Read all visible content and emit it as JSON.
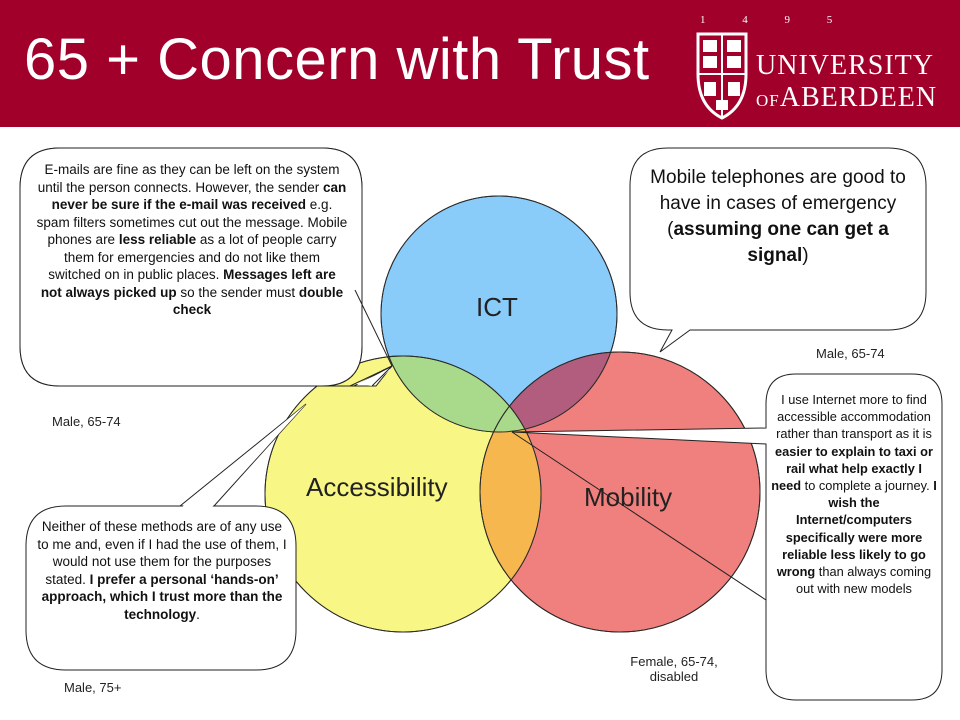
{
  "title": "65 + Concern with Trust",
  "logo": {
    "year": "1 4 9 5",
    "line1": "UNIVERSITY",
    "line2_of": "OF",
    "line2_name": "ABERDEEN"
  },
  "colors": {
    "header": "#a0002a",
    "ict": "#7fc7f8",
    "accessibility": "#f7f57a",
    "mobility": "#f0807d"
  },
  "circles": {
    "ict": "ICT",
    "accessibility": "Accessibility",
    "mobility": "Mobility"
  },
  "callouts": {
    "email": {
      "t1": "E-mails are fine as they can be left on the system until the person connects. However, the sender ",
      "b1": "can never be sure if the e-mail was received",
      "t2": " e.g. spam filters sometimes cut out the message. Mobile phones are ",
      "b2": "less reliable",
      "t3": " as a lot of people carry them for emergencies and do not like them switched on in public places. ",
      "b3": "Messages left are not always picked up",
      "t4": " so the sender must ",
      "b4": "double check"
    },
    "mobile": {
      "t1": "Mobile telephones are good to have in cases of emergency (",
      "b1": "assuming one can get a signal",
      "t2": ")"
    },
    "neither": {
      "t1": "Neither of these methods are of any use to me and, even if I had the use of them, I would not use them for the purposes stated. ",
      "b1": "I prefer a personal ‘hands-on’ approach, which I trust more than the technology",
      "t2": "."
    },
    "internet": {
      "t1": "I use Internet more to find accessible accommodation rather than transport as it is ",
      "b1": "easier to explain to taxi or rail what help exactly I need",
      "t2": " to complete a journey. ",
      "b2": "I wish the Internet/computers specifically were more reliable less likely to go wrong",
      "t3": " than always coming out with new models"
    }
  },
  "attributions": {
    "email": "Male, 65-74",
    "mobile": "Male, 65-74",
    "neither": "Male, 75+",
    "internet": "Female, 65-74, disabled"
  }
}
